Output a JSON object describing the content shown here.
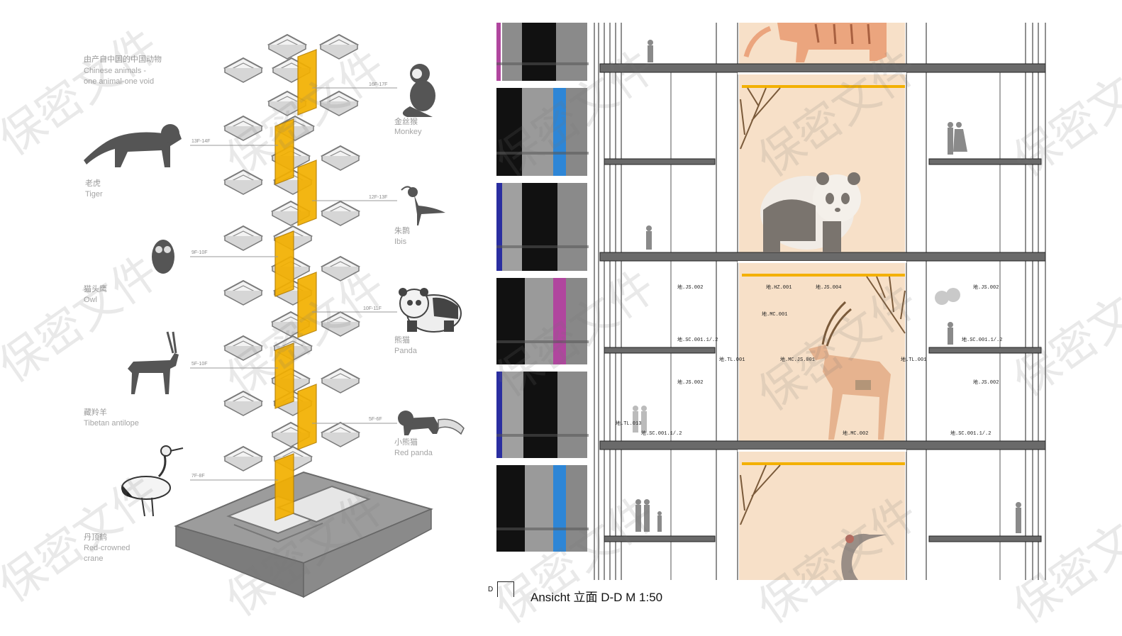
{
  "left_panel": {
    "title_cn": "由产自中国的中国动物",
    "title_en_1": "Chinese animals -",
    "title_en_2": "one animal-one void",
    "animals": [
      {
        "key": "monkey",
        "cn": "金丝猴",
        "en": "Monkey",
        "floors": "16F-17F"
      },
      {
        "key": "tiger",
        "cn": "老虎",
        "en": "Tiger",
        "floors": "13F-14F"
      },
      {
        "key": "ibis",
        "cn": "朱鹮",
        "en": "Ibis",
        "floors": "12F-13F"
      },
      {
        "key": "owl",
        "cn": "猫头鹰",
        "en": "Owl",
        "floors": "9F-10F"
      },
      {
        "key": "panda",
        "cn": "熊猫",
        "en": "Panda",
        "floors": "10F-11F"
      },
      {
        "key": "antelope",
        "cn": "藏羚羊",
        "en": "Tibetan antilope",
        "floors": "5F-10F"
      },
      {
        "key": "redpanda",
        "cn": "小熊猫",
        "en": "Red panda",
        "floors": "5F-6F"
      },
      {
        "key": "crane",
        "cn": "丹顶鹤",
        "en": "Red-crowned crane",
        "en_1": "Red-crowned",
        "en_2": "crane",
        "floors": "7F-8F"
      }
    ]
  },
  "right_panel": {
    "caption": "Ansicht  立面  D-D  M 1:50",
    "section_mark": "D",
    "tags": {
      "t1": "地.JS.002",
      "t2": "地.HZ.001",
      "t3": "地.JS.004",
      "t4": "地.JS.002",
      "t5": "地.MC.001",
      "t6": "地.MC.JS.001",
      "t7": "地.SC.001.1/.2",
      "t8": "地.TL.001",
      "t9": "地.TL.001",
      "t10": "地.SC.001.1/.2",
      "t11": "地.JS.002",
      "t12": "地.JS.002",
      "t13": "地.SC.001.1/.2",
      "t14": "地.MC.002",
      "t15": "地.SC.001.1/.2",
      "t16": "地.TL.013"
    }
  },
  "watermark": "保密文件",
  "colors": {
    "accent_yellow": "#f3b000",
    "void_peach": "#f7e0c8",
    "slab_grey": "#555555",
    "pink": "#b0469e",
    "blue": "#2e86d6",
    "navy": "#2a2ea0"
  }
}
